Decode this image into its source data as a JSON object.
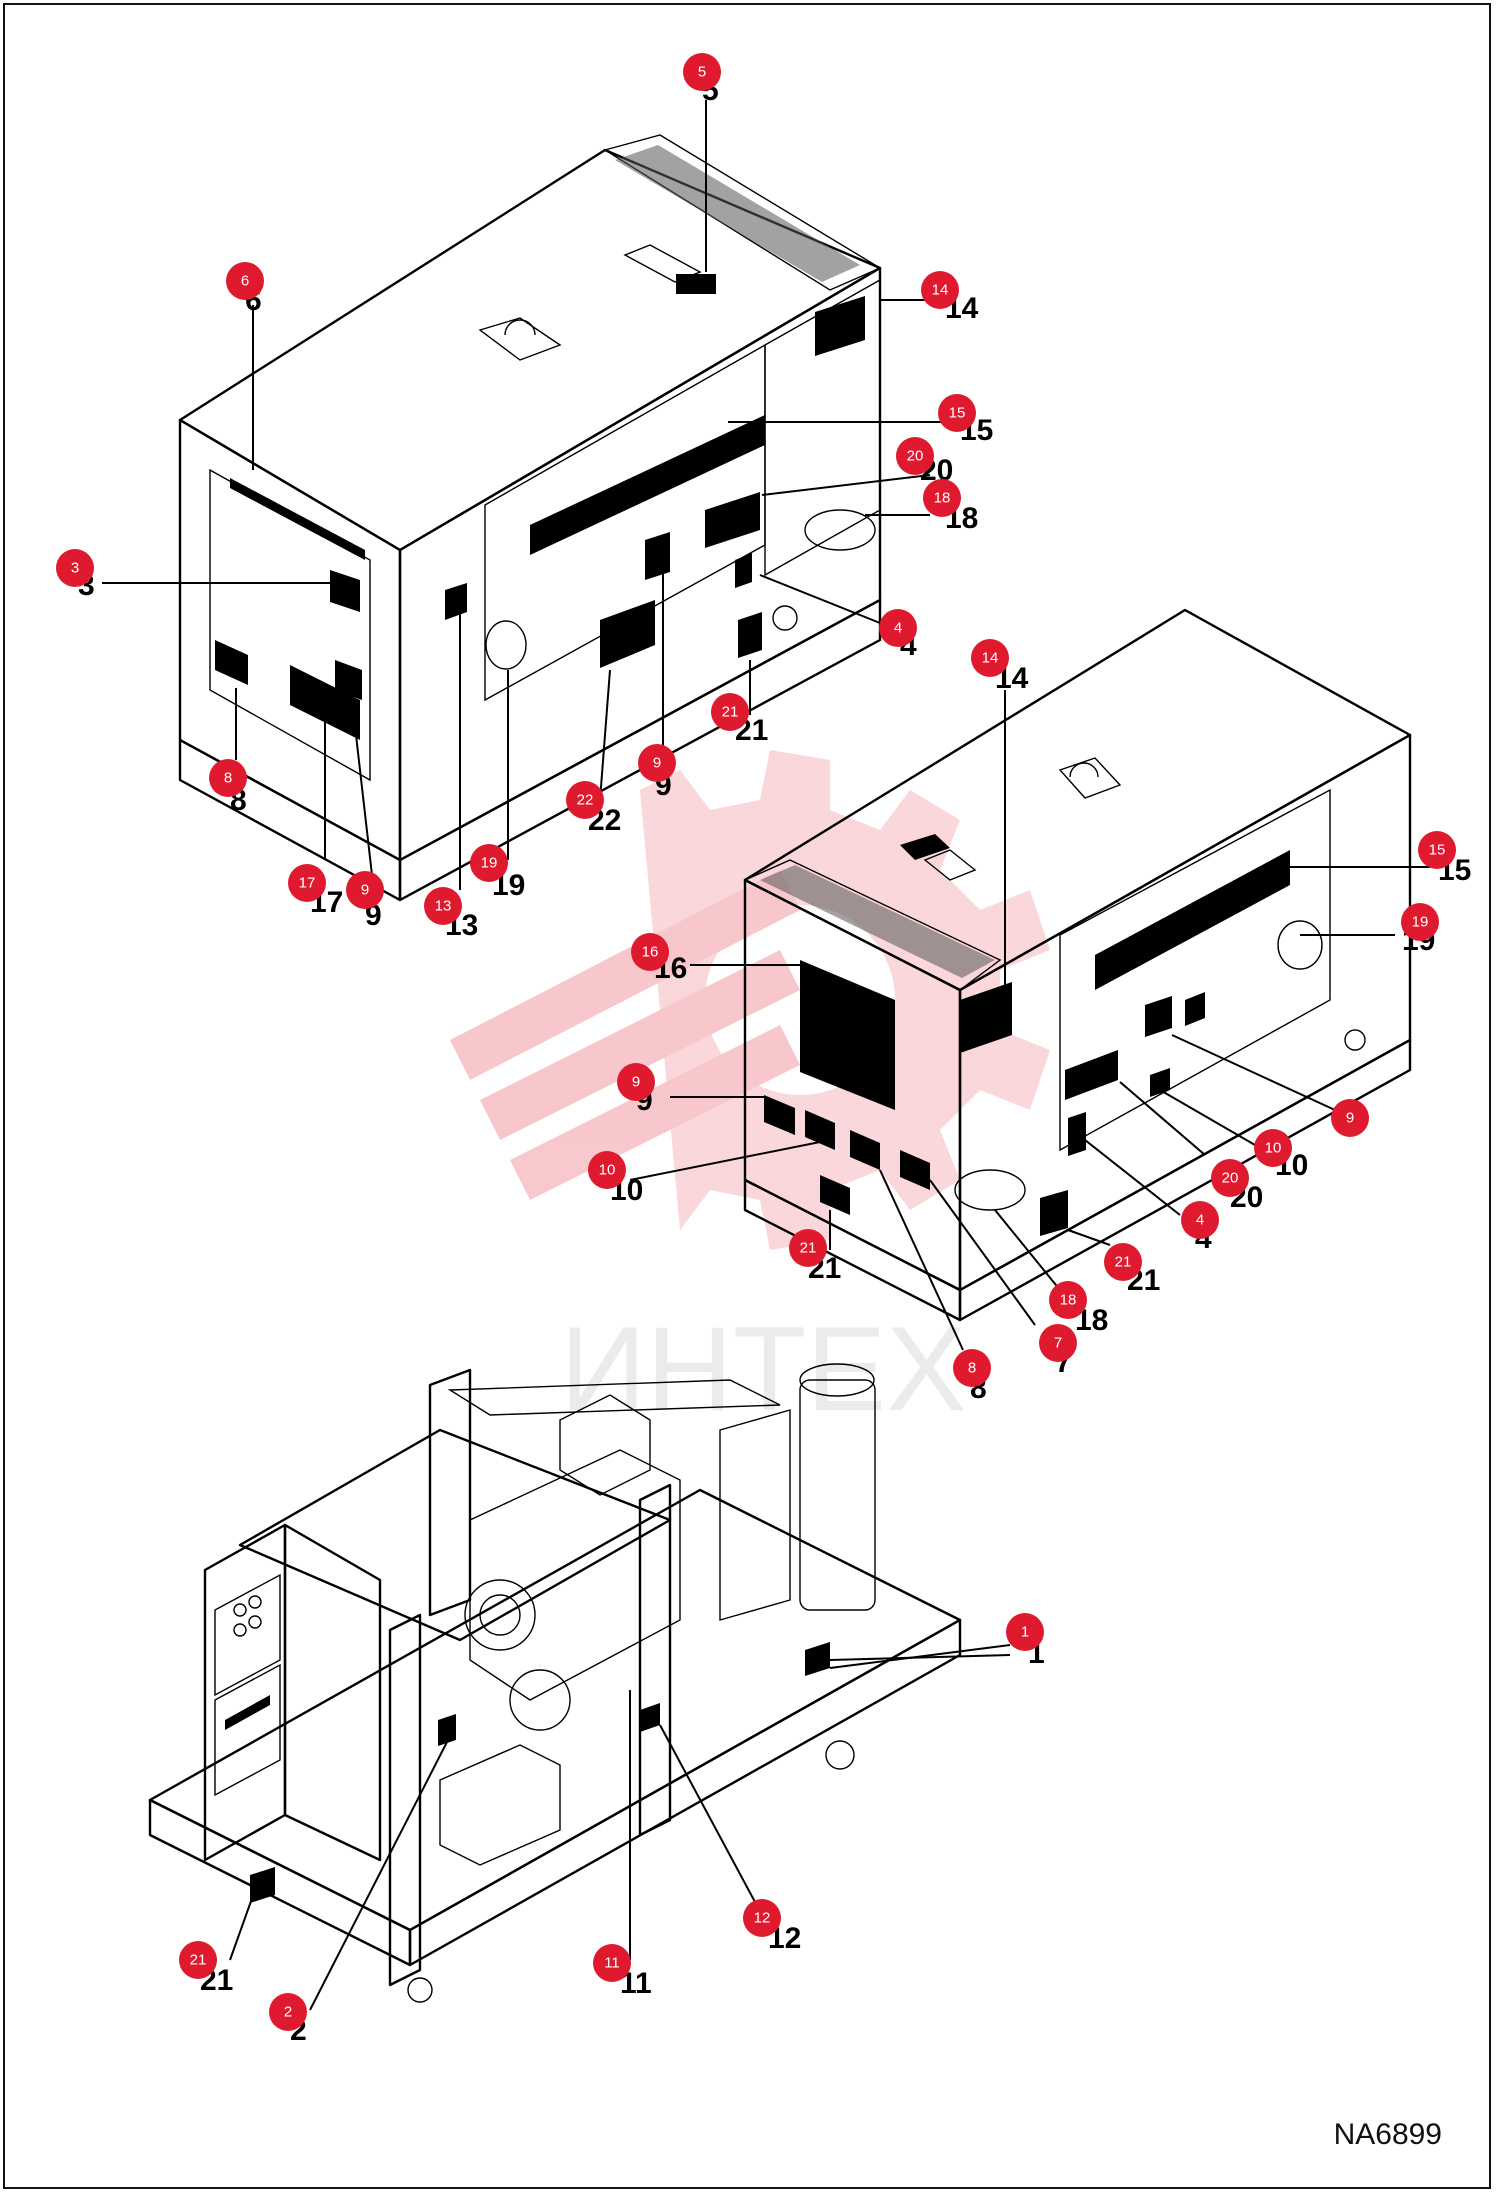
{
  "figure_code": "NA6899",
  "watermark_text": "ИНТЕХ",
  "colors": {
    "badge": "#e01a2e",
    "watermark": "#f7c9cc",
    "line": "#000000"
  },
  "callouts": [
    {
      "id": "c5a",
      "number": "5",
      "label": "5"
    },
    {
      "id": "c6a",
      "number": "6",
      "label": "6"
    },
    {
      "id": "c14a",
      "number": "14",
      "label": "14"
    },
    {
      "id": "c15a",
      "number": "15",
      "label": "15"
    },
    {
      "id": "c20a",
      "number": "20",
      "label": "20"
    },
    {
      "id": "c18a",
      "number": "18",
      "label": "18"
    },
    {
      "id": "c3a",
      "number": "3",
      "label": "3"
    },
    {
      "id": "c4a",
      "number": "4",
      "label": "4"
    },
    {
      "id": "c21a",
      "number": "21",
      "label": "21"
    },
    {
      "id": "c9a",
      "number": "9",
      "label": "9"
    },
    {
      "id": "c22a",
      "number": "22",
      "label": "22"
    },
    {
      "id": "c8a",
      "number": "8",
      "label": "8"
    },
    {
      "id": "c17a",
      "number": "17",
      "label": "17"
    },
    {
      "id": "c9b",
      "number": "9",
      "label": "9"
    },
    {
      "id": "c13a",
      "number": "13",
      "label": "13"
    },
    {
      "id": "c19a",
      "number": "19",
      "label": "19"
    },
    {
      "id": "c14b",
      "number": "14",
      "label": "14"
    },
    {
      "id": "c16b",
      "number": "16",
      "label": "16"
    },
    {
      "id": "c15b",
      "number": "15",
      "label": "15"
    },
    {
      "id": "c19b",
      "number": "19",
      "label": "19"
    },
    {
      "id": "c9c",
      "number": "9",
      "label": "9"
    },
    {
      "id": "c10b",
      "number": "10",
      "label": "10"
    },
    {
      "id": "c9d",
      "number": "9",
      "label": "9"
    },
    {
      "id": "c10c",
      "number": "10",
      "label": "10"
    },
    {
      "id": "c20b",
      "number": "20",
      "label": "20"
    },
    {
      "id": "c4b",
      "number": "4",
      "label": "4"
    },
    {
      "id": "c21b",
      "number": "21",
      "label": "21"
    },
    {
      "id": "c21c",
      "number": "21",
      "label": "21"
    },
    {
      "id": "c18b",
      "number": "18",
      "label": "18"
    },
    {
      "id": "c7b",
      "number": "7",
      "label": "7"
    },
    {
      "id": "c8b",
      "number": "8",
      "label": "8"
    },
    {
      "id": "c1c",
      "number": "1",
      "label": "1"
    },
    {
      "id": "c12c",
      "number": "12",
      "label": "12"
    },
    {
      "id": "c11c",
      "number": "11",
      "label": "11"
    },
    {
      "id": "c21d",
      "number": "21",
      "label": "21"
    },
    {
      "id": "c2c",
      "number": "2",
      "label": "2"
    }
  ]
}
